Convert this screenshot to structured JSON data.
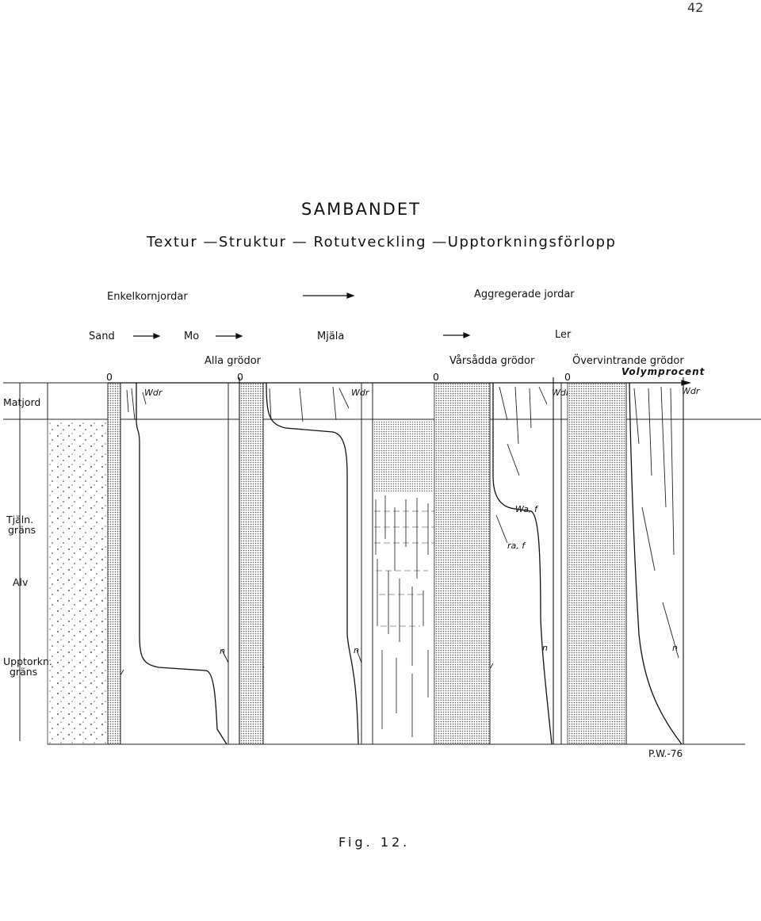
{
  "page_number": "42",
  "title": "SAMBANDET",
  "subtitle": "Textur —Struktur — Rotutveckling —Upptorkningsförlopp",
  "header": {
    "left": "Enkelkornjordar",
    "right": "Aggregerade jordar"
  },
  "soil_types": [
    "Sand",
    "Mo",
    "Mjäla",
    "Ler"
  ],
  "crop_groups": {
    "all": "Alla grödor",
    "spring": "Vårsådda grödor",
    "winter": "Övervintrande grödor"
  },
  "axis_unit": "Volymprocent",
  "zero_label": "0",
  "depth_labels": {
    "topsoil": "Matjord",
    "frost_line1": "Tjäln.",
    "frost_line2": "gräns",
    "subsoil": "Alv",
    "drying_line1": "Upptorkn.",
    "drying_line2": "gräns"
  },
  "symbols": {
    "wdr": "Wdr",
    "wv": "Wv",
    "n": "n",
    "waf": "Wa, f",
    "raf": "ra, f"
  },
  "signature": "P.W.-76",
  "caption": "Fig. 12."
}
